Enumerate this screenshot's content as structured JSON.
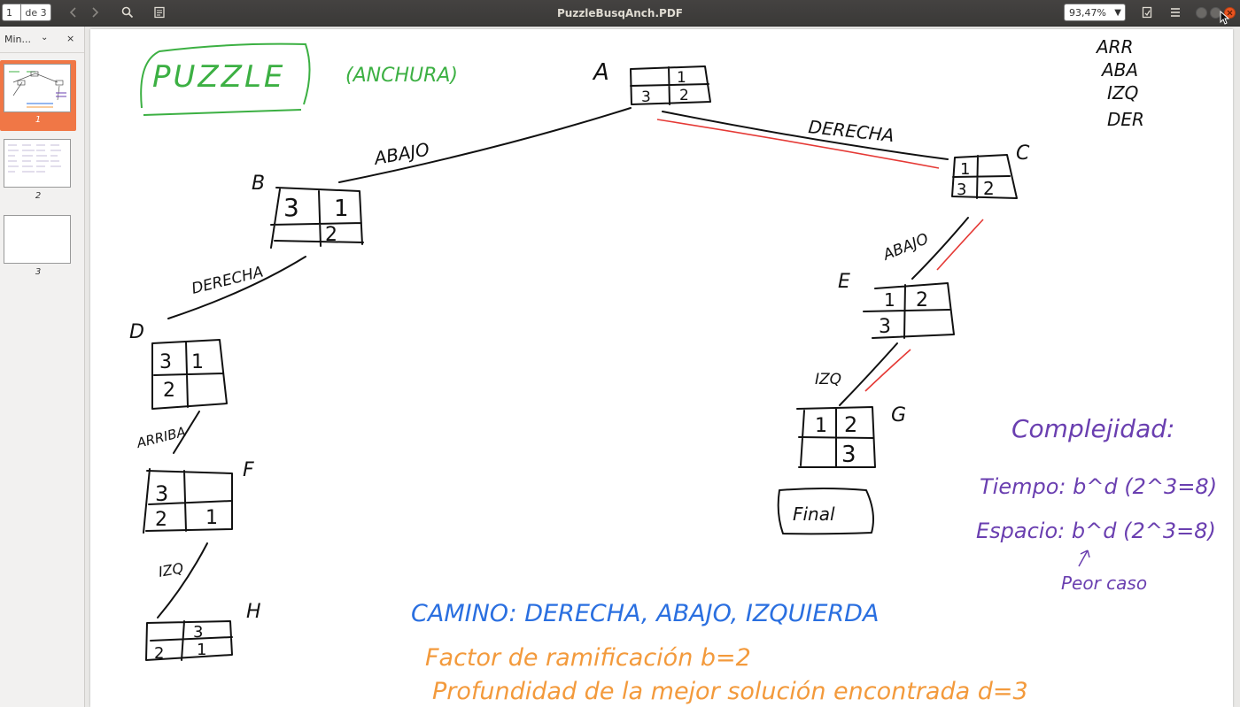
{
  "toolbar": {
    "page_current": "1",
    "page_of": "de 3",
    "title": "PuzzleBusqAnch.PDF",
    "zoom": "93,47%"
  },
  "sidebar": {
    "mode_label": "Min...",
    "thumbnails": [
      {
        "number": "1"
      },
      {
        "number": "2"
      },
      {
        "number": "3"
      }
    ]
  },
  "page": {
    "title": "PUZZLE",
    "subtitle": "(ANCHURA)",
    "legend": [
      "ARR",
      "ABA",
      "IZQ",
      "DER"
    ],
    "nodes": {
      "A": {
        "label": "A",
        "cells": [
          "",
          "1",
          "3",
          "2"
        ]
      },
      "B": {
        "label": "B",
        "cells": [
          "3",
          "1",
          "",
          "2"
        ]
      },
      "C": {
        "label": "C",
        "cells": [
          "1",
          "",
          "3",
          "2"
        ]
      },
      "D": {
        "label": "D",
        "cells": [
          "3",
          "1",
          "2",
          ""
        ]
      },
      "E": {
        "label": "E",
        "cells": [
          "1",
          "2",
          "3",
          ""
        ]
      },
      "F": {
        "label": "F",
        "cells": [
          "3",
          "",
          "2",
          "1"
        ]
      },
      "G": {
        "label": "G",
        "cells": [
          "1",
          "2",
          "",
          "3"
        ]
      },
      "H": {
        "label": "H",
        "cells": [
          "",
          "3",
          "2",
          "1"
        ]
      }
    },
    "edges": {
      "a_b": "ABAJO",
      "a_c": "DERECHA",
      "b_d": "DERECHA",
      "c_e": "ABAJO",
      "d_f": "ARRIBA",
      "e_g": "IZQ",
      "f_h": "IZQ"
    },
    "final_label": "Final",
    "complexity": {
      "heading": "Complejidad:",
      "time": "Tiempo: b^d (2^3=8)",
      "space": "Espacio: b^d (2^3=8)",
      "note": "Peor caso"
    },
    "path_text": "CAMINO: DERECHA, ABAJO, IZQUIERDA",
    "branching": "Factor de ramificación b=2",
    "depth": "Profundidad de la mejor solución encontrada d=3"
  },
  "colors": {
    "toolbar_bg": "#3f3e3c",
    "sidebar_selected": "#f07746",
    "ink_black": "#111111",
    "ink_green": "#3cb043",
    "ink_red": "#e53935",
    "ink_blue": "#2a6fe0",
    "ink_purple": "#6a3fb0",
    "ink_orange": "#f39a3c",
    "close_button": "#e95420"
  },
  "icons": [
    "chevron-left-icon",
    "chevron-right-icon",
    "search-icon",
    "annotations-icon",
    "bookmark-icon",
    "menu-icon",
    "minimize-icon",
    "maximize-icon",
    "close-icon"
  ]
}
